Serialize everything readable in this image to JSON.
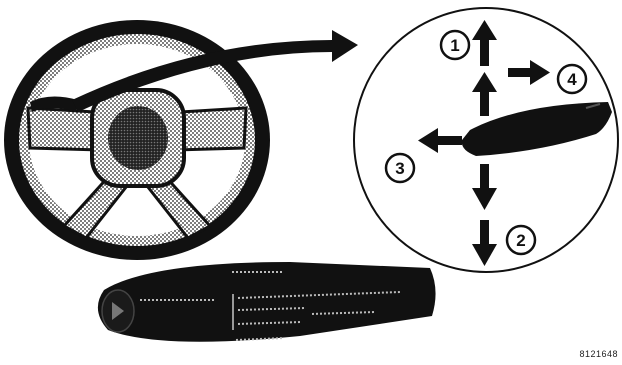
{
  "callouts": [
    {
      "number": "1"
    },
    {
      "number": "2"
    },
    {
      "number": "3"
    },
    {
      "number": "4"
    }
  ],
  "figure_id": "8121648",
  "colors": {
    "ink": "#111111",
    "paper": "#ffffff",
    "stipple": "#555555"
  }
}
